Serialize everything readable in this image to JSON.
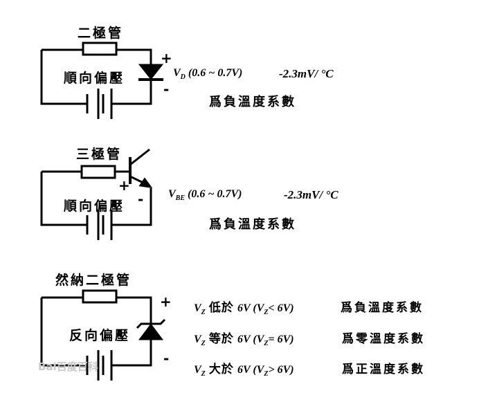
{
  "diode": {
    "title": "二極管",
    "bias": "順向偏壓",
    "plus": "+",
    "minus": "-",
    "v_sym": "V",
    "v_sub": "D",
    "range": "(0.6 ~ 0.7V)",
    "coef": "-2.3mV/ °C",
    "desc": "爲負溫度系數"
  },
  "transistor": {
    "title": "三極管",
    "bias": "順向偏壓",
    "plus": "+",
    "minus": "-",
    "v_sym": "V",
    "v_sub": "BE",
    "range": "(0.6 ~ 0.7V)",
    "coef": "-2.3mV/ °C",
    "desc": "爲負溫度系數"
  },
  "zener": {
    "title": "然納二極管",
    "bias": "反向偏壓",
    "plus": "+",
    "minus": "-",
    "rows": [
      {
        "v_sym": "V",
        "v_sub": "Z",
        "cmp": "低於",
        "val": "6V",
        "cond": "(V",
        "cond_sub": "Z",
        "cond_end": "< 6V)",
        "desc": "爲負溫度系數"
      },
      {
        "v_sym": "V",
        "v_sub": "Z",
        "cmp": "等於",
        "val": "6V",
        "cond": "(V",
        "cond_sub": "Z",
        "cond_end": "= 6V)",
        "desc": "爲零溫度系數"
      },
      {
        "v_sym": "V",
        "v_sub": "Z",
        "cmp": "大於",
        "val": "6V",
        "cond": "(V",
        "cond_sub": "Z",
        "cond_end": "> 6V)",
        "desc": "爲正溫度系數"
      }
    ]
  },
  "watermark": "Bai百度百科"
}
